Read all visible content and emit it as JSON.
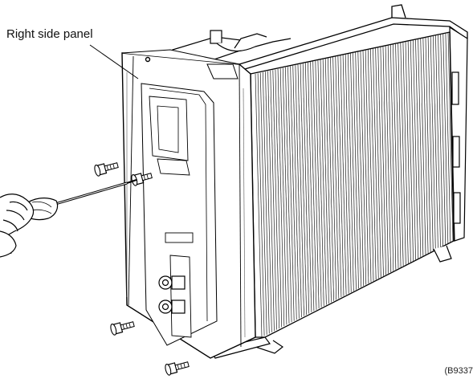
{
  "figure": {
    "callout_label": "Right side panel",
    "figure_code": "(B9337"
  },
  "parts": {
    "outdoor_unit": "outdoor-unit-casing",
    "heat_exchanger": "condenser-fin-coil",
    "screws": [
      "screw-upper-left",
      "screw-upper-right",
      "screw-lower-left",
      "screw-bottom"
    ],
    "tools": [
      "screwdriver",
      "hand"
    ]
  }
}
